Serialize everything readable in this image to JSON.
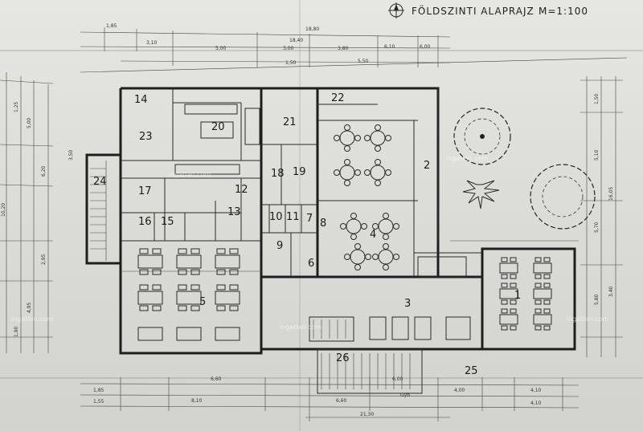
{
  "title": "FÖLDSZINTI ALAPRAJZ",
  "scale": "M=1:100",
  "watermark": "ingatlan.com",
  "rooms": [
    {
      "label": "1"
    },
    {
      "label": "2"
    },
    {
      "label": "3"
    },
    {
      "label": "4"
    },
    {
      "label": "5"
    },
    {
      "label": "6"
    },
    {
      "label": "7"
    },
    {
      "label": "8"
    },
    {
      "label": "9"
    },
    {
      "label": "10"
    },
    {
      "label": "11"
    },
    {
      "label": "12"
    },
    {
      "label": "13"
    },
    {
      "label": "14"
    },
    {
      "label": "15"
    },
    {
      "label": "16"
    },
    {
      "label": "17"
    },
    {
      "label": "18"
    },
    {
      "label": "19"
    },
    {
      "label": "20"
    },
    {
      "label": "21"
    },
    {
      "label": "22"
    },
    {
      "label": "23"
    },
    {
      "label": "24"
    },
    {
      "label": "25"
    },
    {
      "label": "26"
    }
  ],
  "dimensions": {
    "top": [
      "1,85",
      "3,10",
      "5,00",
      "3,00",
      "3,80",
      "6,10",
      "6,00",
      "18,40",
      "18,80",
      "5,50",
      "1,50"
    ],
    "bottom": [
      "6,60",
      "8,10",
      "6,00",
      "6,60",
      "21,30",
      "4,00",
      "4,10",
      "4,10",
      "1,85",
      "1,55"
    ],
    "left": [
      "1,25",
      "5,00",
      "6,20",
      "10,20",
      "4,95",
      "1,90",
      "2,95",
      "3,50"
    ],
    "right": [
      "1,50",
      "5,10",
      "16,05",
      "5,70",
      "3,40",
      "5,80"
    ]
  },
  "annotations": [
    "Gyb"
  ]
}
